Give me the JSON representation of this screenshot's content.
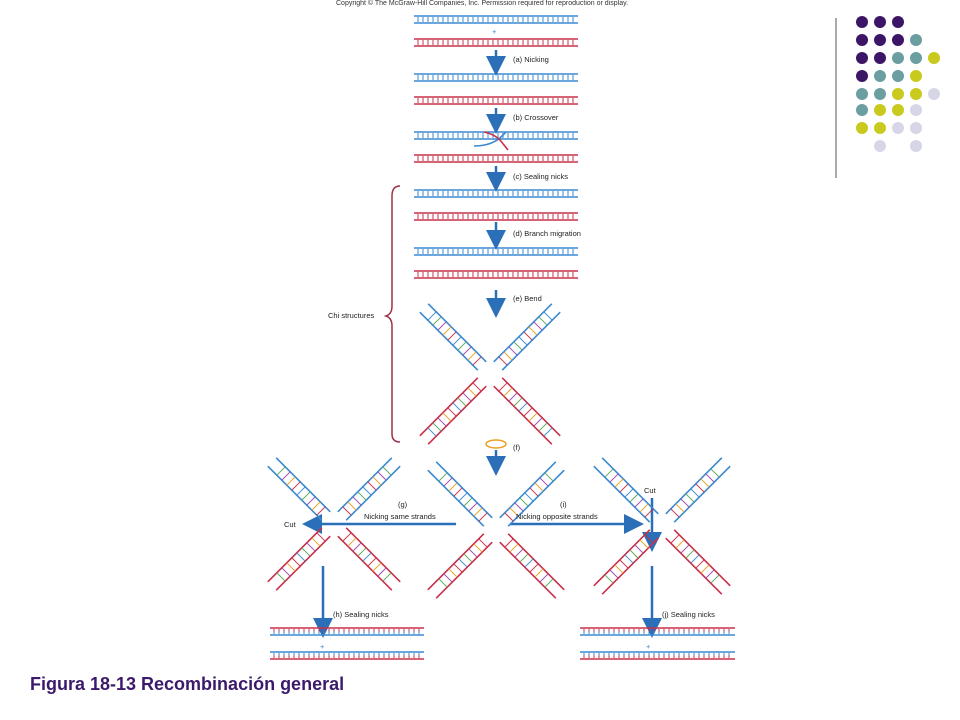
{
  "header": {
    "copyright": "Copyright © The McGraw-Hill Companies, Inc. Permission required for reproduction or display."
  },
  "steps": {
    "a": "(a) Nicking",
    "b": "(b) Crossover",
    "c": "(c) Sealing nicks",
    "d": "(d) Branch migration",
    "e": "(e) Bend",
    "f": "(f)",
    "g": "(g)",
    "g_desc": "Nicking same strands",
    "h": "(h) Sealing nicks",
    "i": "(i)",
    "i_desc": "Nicking opposite strands",
    "j": "(j) Sealing nicks"
  },
  "labels": {
    "chi": "Chi structures",
    "cut_left": "Cut",
    "cut_right": "Cut",
    "plus": "+"
  },
  "caption": "Figura 18-13 Recombinación general",
  "colors": {
    "blue_strand": "#3a8ad0",
    "red_strand": "#c8304a",
    "arrow": "#2a6fb8",
    "brace": "#a0304a",
    "dot_purple": "#3d1567",
    "dot_teal": "#6b9ea0",
    "dot_yellow": "#c9c91e",
    "dot_lavender": "#d6d6e6"
  }
}
